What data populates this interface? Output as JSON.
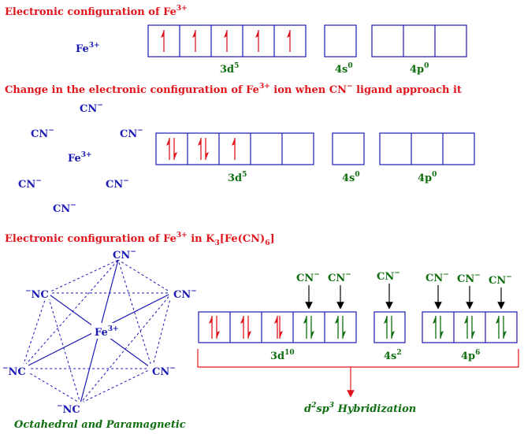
{
  "section1": {
    "title_main": "Electronic configuration of Fe",
    "title_sup": "3+",
    "ion_label": "Fe",
    "ion_sup": "3+",
    "label_3d": "3d",
    "sup_3d": "5",
    "label_4s": "4s",
    "sup_4s": "0",
    "label_4p": "4p",
    "sup_4p": "0"
  },
  "section2": {
    "title_a": "Change in the electronic configuration of Fe",
    "title_a_sup": "3+",
    "title_b": " ion when CN",
    "title_b_sup": "−",
    "title_c": " ligand approach it",
    "ligand": "CN",
    "ligand_sup": "−",
    "ion_label": "Fe",
    "ion_sup": "3+",
    "label_3d": "3d",
    "sup_3d": "5",
    "label_4s": "4s",
    "sup_4s": "0",
    "label_4p": "4p",
    "sup_4p": "0"
  },
  "section3": {
    "title_a": "Electronic configuration of Fe",
    "title_a_sup": "3+",
    "title_b": " in K",
    "title_b_sub": "3",
    "title_c": "[Fe(CN)",
    "title_c_sub": "6",
    "title_d": "]",
    "ligand_cn": "CN",
    "ligand_nc": "NC",
    "minus": "−",
    "ion_label": "Fe",
    "ion_sup": "3+",
    "label_3d": "3d",
    "sup_3d": "10",
    "label_4s": "4s",
    "sup_4s": "2",
    "label_4p": "4p",
    "sup_4p": "6",
    "caption_geometry": "Octahedral and Paramagnetic",
    "hyb_d": "d",
    "hyb_d_sup": "2",
    "hyb_sp": "sp",
    "hyb_sp_sup": "3",
    "hyb_word": " Hybridization"
  },
  "colors": {
    "title": "#e0141b",
    "blue": "#1a1ab4",
    "green": "#0f6e0f",
    "red_electron": "#e0141b",
    "green_electron": "#0f6e0f"
  }
}
